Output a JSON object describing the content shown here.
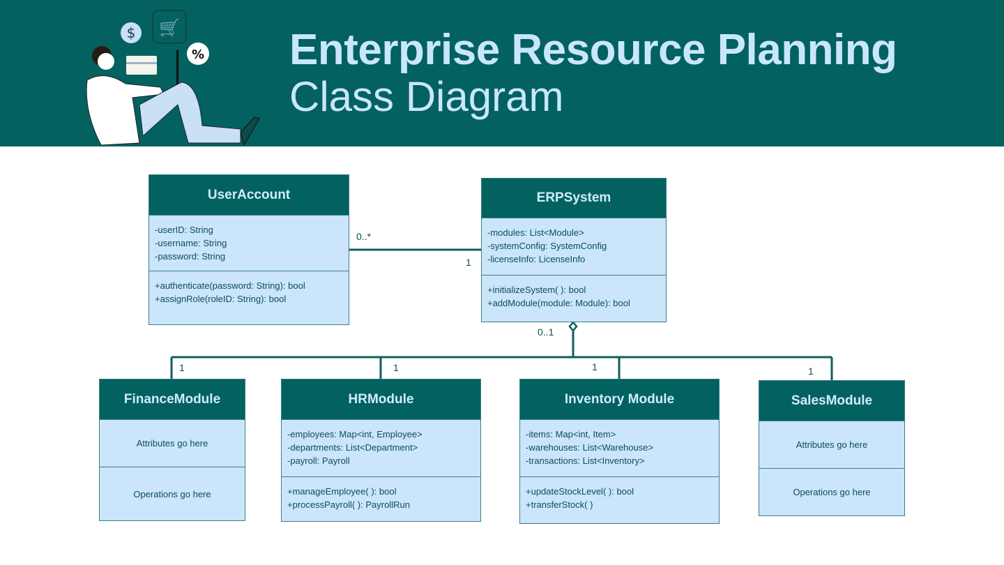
{
  "header": {
    "title_line1": "Enterprise Resource Planning",
    "title_line2": "Class Diagram"
  },
  "classes": {
    "user": {
      "name": "UserAccount",
      "attributes": [
        "-userID: String",
        "-username: String",
        "-password: String"
      ],
      "operations": [
        "+authenticate(password: String): bool",
        "+assignRole(roleID: String): bool"
      ]
    },
    "erp": {
      "name": "ERPSystem",
      "attributes": [
        "-modules: List<Module>",
        "-systemConfig: SystemConfig",
        "-licenseInfo: LicenseInfo"
      ],
      "operations": [
        "+initializeSystem( ): bool",
        "+addModule(module: Module): bool"
      ]
    },
    "finance": {
      "name": "FinanceModule",
      "attributes": [
        "Attributes go here"
      ],
      "operations": [
        "Operations go here"
      ]
    },
    "hr": {
      "name": "HRModule",
      "attributes": [
        "-employees: Map<int, Employee>",
        "-departments: List<Department>",
        "-payroll: Payroll"
      ],
      "operations": [
        "+manageEmployee( ): bool",
        "+processPayroll( ): PayrollRun"
      ]
    },
    "inventory": {
      "name": "Inventory Module",
      "attributes": [
        "-items: Map<int, Item>",
        "-warehouses: List<Warehouse>",
        "-transactions: List<Inventory>"
      ],
      "operations": [
        "+updateStockLevel( ): bool",
        "+transferStock( )"
      ]
    },
    "sales": {
      "name": "SalesModule",
      "attributes": [
        "Attributes go here"
      ],
      "operations": [
        "Operations go here"
      ]
    }
  },
  "multiplicities": {
    "user_erp_user": "0..*",
    "user_erp_erp": "1",
    "erp_modules": "0..1",
    "finance": "1",
    "hr": "1",
    "inventory": "1",
    "sales": "1"
  },
  "colors": {
    "teal": "#03615f",
    "light_blue": "#cbe5fa",
    "title": "#c9e7fb"
  }
}
